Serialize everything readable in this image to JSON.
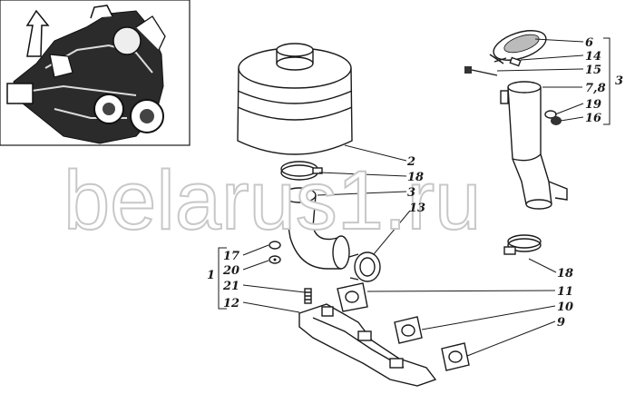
{
  "watermark": "belarus1.ru",
  "callouts": {
    "c2": "2",
    "c3a": "3",
    "c3b": "3",
    "c6": "6",
    "c14": "14",
    "c15": "15",
    "c78": "7,8",
    "c19": "19",
    "c16": "16",
    "c18a": "18",
    "c18b": "18",
    "c13": "13",
    "c17": "17",
    "c20": "20",
    "c1": "1",
    "c21": "21",
    "c12": "12",
    "c11": "11",
    "c10": "10",
    "c9": "9"
  },
  "icons": {
    "inset": "engine-overview-sketch",
    "arrow": "view-direction-arrow"
  }
}
